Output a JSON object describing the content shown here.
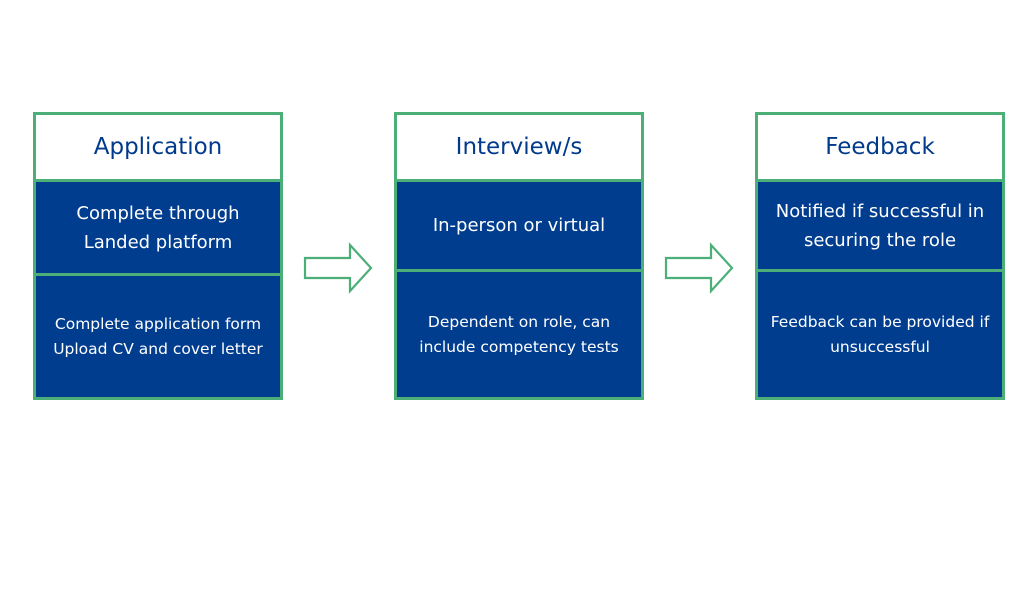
{
  "colors": {
    "border": "#4caf78",
    "heading_text": "#003a8c",
    "panel_fill": "#003d8f",
    "panel_text": "#ffffff"
  },
  "steps": [
    {
      "title": "Application",
      "summary": "Complete through Landed platform",
      "details": [
        "Complete application form",
        "Upload CV and cover letter"
      ]
    },
    {
      "title": "Interview/s",
      "summary": "In-person or virtual",
      "details": [
        "Dependent on role, can",
        "include competency tests"
      ]
    },
    {
      "title": "Feedback",
      "summary": "Notified if successful in securing the role",
      "details": [
        "Feedback can be provided if",
        "unsuccessful"
      ]
    }
  ],
  "connectors": [
    "arrow-right-icon",
    "arrow-right-icon"
  ]
}
